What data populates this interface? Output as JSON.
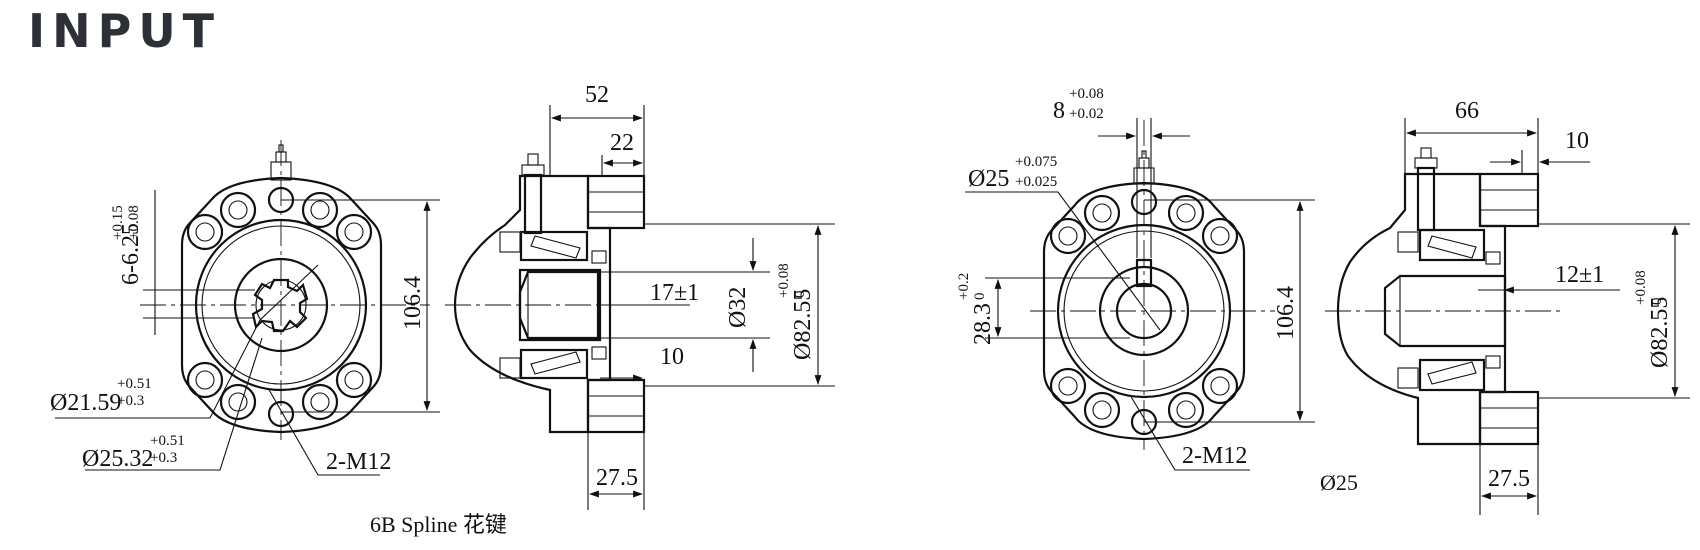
{
  "title": "INPUT",
  "left": {
    "front": {
      "spline_tol_upper": "+0.15",
      "spline_tol_lower": "+0.08",
      "spline_main": "6-6.25",
      "height_dim": "106.4",
      "minor_main": "Ø21.59",
      "minor_tol_upper": "+0.51",
      "minor_tol_lower": "+0.3",
      "major_main": "Ø25.32",
      "major_tol_upper": "+0.51",
      "major_tol_lower": "+0.3",
      "thread_label": "2-M12"
    },
    "side": {
      "overall_width": "52",
      "flange_width": "22",
      "shaft_length": "17±1",
      "step": "10",
      "shaft_diameter": "Ø32",
      "pilot_main": "Ø82.55",
      "pilot_tol_upper": "+0.08",
      "pilot_tol_lower": "0",
      "flange_thickness": "27.5"
    },
    "caption": "6B Spline 花键"
  },
  "right": {
    "front": {
      "key_main": "8",
      "key_tol_upper": "+0.08",
      "key_tol_lower": "+0.02",
      "bore_main": "Ø25",
      "bore_tol_upper": "+0.075",
      "bore_tol_lower": "+0.025",
      "keyheight_main": "28.3",
      "keyheight_tol_upper": "+0.2",
      "keyheight_tol_lower": "0",
      "height_dim": "106.4",
      "thread_label": "2-M12"
    },
    "side": {
      "overall_width": "66",
      "flange_width": "10",
      "shaft_length": "12±1",
      "pilot_main": "Ø82.55",
      "pilot_tol_upper": "+0.08",
      "pilot_tol_lower": "0",
      "flange_thickness": "27.5"
    },
    "caption": "Ø25"
  }
}
